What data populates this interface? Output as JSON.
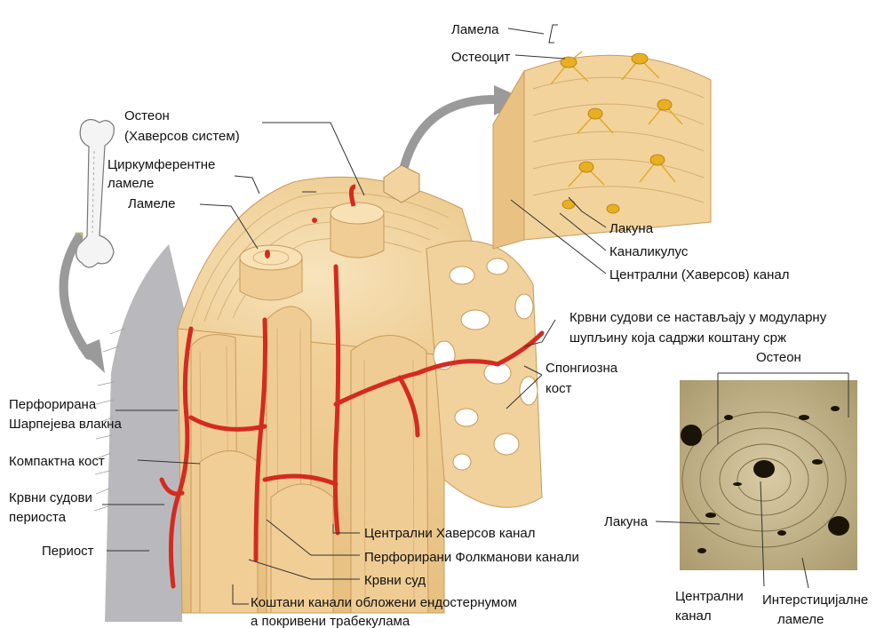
{
  "labels": {
    "lamela": "Ламела",
    "osteocit": "Остеоцит",
    "osteon_line1": "Остеон",
    "osteon_line2": "(Хаверсов систем)",
    "circ_line1": "Циркумферентне",
    "circ_line2": "ламеле",
    "lamele": "Ламеле",
    "lakuna_top": "Лакуна",
    "kanalikulus": "Каналикулус",
    "centralni_haversov_kanal": "Централни (Хаверсов) канал",
    "krvni_sudovi_line1": "Крвни судови се настављају у модуларну",
    "krvni_sudovi_line2": "шупљину која садржи коштану срж",
    "osteon_micro": "Остеон",
    "spongiozna_line1": "Спонгиозна",
    "spongiozna_line2": "кост",
    "perforirana_line1": "Перфорирана",
    "perforirana_line2": "Шарпејева влакна",
    "kompaktna": "Компактна кост",
    "krvni_periost_line1": "Крвни судови",
    "krvni_periost_line2": "периоста",
    "periost": "Периост",
    "lakuna_micro": "Лакуна",
    "centralni_haversov_bottom": "Централни Хаверсов канал",
    "folkman": "Перфорирани Фолкманови канали",
    "krvni_sud": "Крвни суд",
    "kostani_line1": "Коштани канали обложени ендостернумом",
    "kostani_line2": "а покривени трабекулама",
    "centralni_kanal_line1": "Централни",
    "centralni_kanal_line2": "канал",
    "intersticijalne_line1": "Интерстицијалне",
    "intersticijalne_line2": "ламеле"
  },
  "colors": {
    "bone": "#f3d7a4",
    "bone_dark": "#d9b57a",
    "vessel": "#d42a1f",
    "periosteum": "#b8b8bc",
    "micro_bg": "#c9b98f",
    "osteocyte": "#e8b020"
  }
}
